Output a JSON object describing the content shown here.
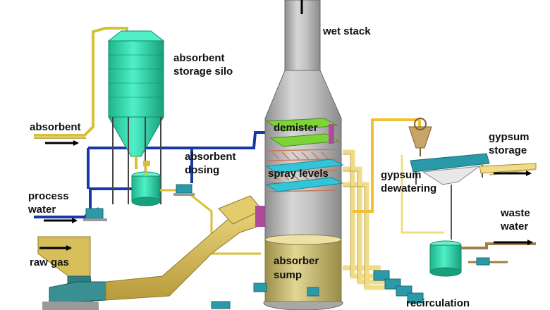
{
  "labels": {
    "wet_stack": "wet stack",
    "silo": [
      "absorbent",
      "storage silo"
    ],
    "absorbent": "absorbent",
    "demister": "demister",
    "absorbent_dosing": [
      "absorbent",
      "dosing"
    ],
    "spray_levels": "spray levels",
    "gypsum_dewatering": [
      "gypsum",
      "dewatering"
    ],
    "gypsum_storage": [
      "gypsum",
      "storage"
    ],
    "process_water": [
      "process",
      "water"
    ],
    "waste_water": [
      "waste",
      "water"
    ],
    "raw_gas": "raw gas",
    "absorber_sump": [
      "absorber",
      "sump"
    ],
    "recirculation": "recirculation"
  },
  "colors": {
    "silo": "#2fe0b4",
    "absorbent_line": "#d8c034",
    "process_water_line": "#1638a8",
    "tower": "#b7b7b7",
    "demister": "#7ed23a",
    "spray_headers": "#33c4d8",
    "flue_duct": "#d6be5a",
    "recirculation_pipe": "#f0dc86",
    "waste_water_line": "#a47c4a",
    "pumps": "#2a9aa8",
    "flow_arrow": "#000000"
  },
  "icons": [
    "flow-arrow-icon",
    "pump-icon",
    "tank-icon",
    "hydrocyclone-icon",
    "belt-filter-icon"
  ]
}
